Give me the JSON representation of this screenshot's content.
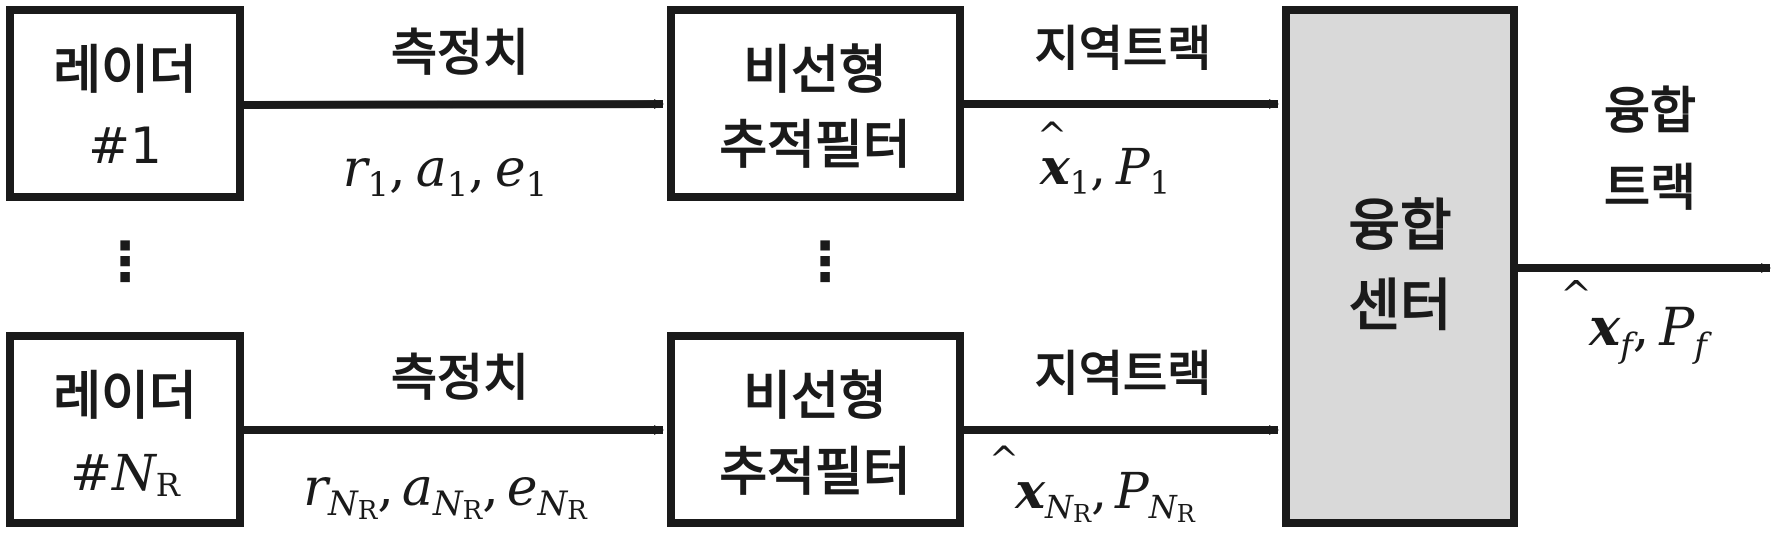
{
  "nodes": {
    "radar_1": {
      "line1": "레이더",
      "line2_prefix": "#",
      "line2": "1"
    },
    "radar_n": {
      "line1": "레이더",
      "line2_prefix": "#",
      "line2_italic": "N",
      "line2_sub": "R"
    },
    "filter_1": {
      "line1": "비선형",
      "line2": "추적필터"
    },
    "filter_n": {
      "line1": "비선형",
      "line2": "추적필터"
    },
    "fusion": {
      "line1": "융합",
      "line2": "센터",
      "fill": "#d9d9d9"
    }
  },
  "edges": {
    "measurement_1": {
      "label": "측정치",
      "math": {
        "r": "r",
        "a": "a",
        "e": "e",
        "sub": "1",
        "sep": ","
      }
    },
    "measurement_n": {
      "label": "측정치",
      "math": {
        "r": "r",
        "a": "a",
        "e": "e",
        "sub_italic": "N",
        "sub_sub": "R",
        "sep": ","
      }
    },
    "local_track_1": {
      "label": "지역트랙",
      "math": {
        "x": "x",
        "hat": "^",
        "p": "P",
        "sub": "1",
        "sep": ","
      }
    },
    "local_track_n": {
      "label": "지역트랙",
      "math": {
        "x": "x",
        "hat": "^",
        "p": "P",
        "sub_italic": "N",
        "sub_sub": "R",
        "sep": ","
      }
    },
    "fusion_track": {
      "label_line1": "융합",
      "label_line2": "트랙",
      "math": {
        "x": "x",
        "hat": "^",
        "p": "P",
        "sub": "f",
        "sep": ","
      }
    }
  },
  "ellipsis": {
    "radar": "⋮",
    "filter": "⋮"
  }
}
